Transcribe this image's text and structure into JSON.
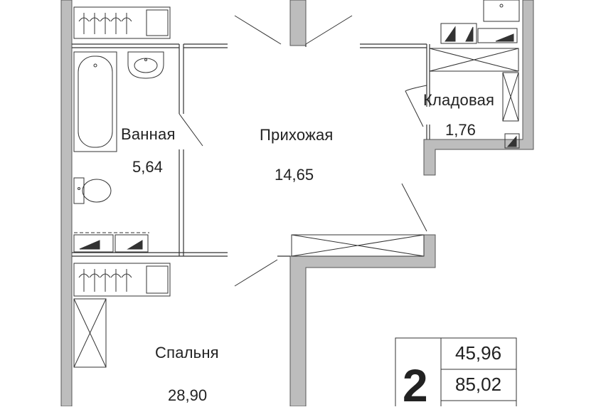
{
  "rooms": {
    "bath": {
      "label": "Ванная",
      "area": "5,64"
    },
    "hall": {
      "label": "Прихожая",
      "area": "14,65"
    },
    "storage": {
      "label": "Кладовая",
      "area": "1,76"
    },
    "bedroom": {
      "label": "Спальня",
      "area": "28,90"
    }
  },
  "summary": {
    "rooms_count": "2",
    "living_area": "45,96",
    "total_area": "85,02"
  },
  "colors": {
    "wall_fill": "#bdbdbd",
    "wall_stroke": "#555555",
    "line": "#333333"
  }
}
